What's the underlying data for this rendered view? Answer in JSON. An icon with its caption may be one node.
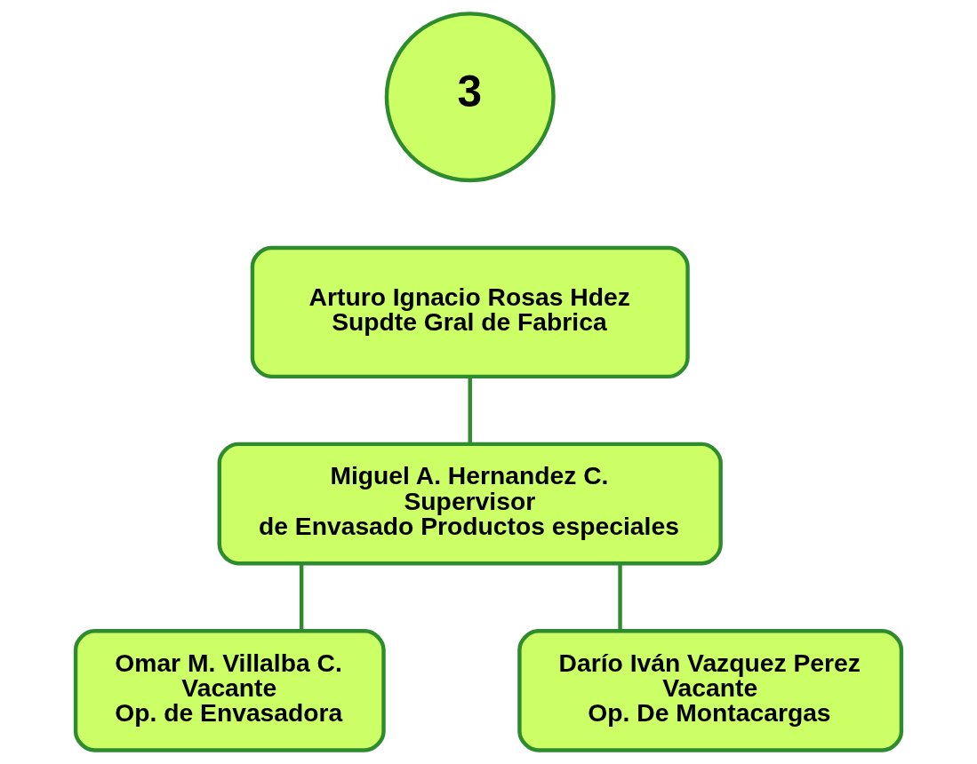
{
  "diagram": {
    "nodes": [
      {
        "text": [
          "3"
        ]
      },
      {
        "text": [
          "Arturo Ignacio Rosas Hdez",
          "Supdte Gral de Fabrica"
        ]
      },
      {
        "text": [
          "Miguel A. Hernandez C.",
          "Supervisor",
          "de Envasado Productos especiales"
        ]
      },
      {
        "text": [
          "Omar M. Villalba C.",
          "Vacante",
          "Op. de Envasadora"
        ]
      },
      {
        "text": [
          "Darío Iván Vazquez Perez",
          "Vacante",
          "Op. De Montacargas"
        ]
      }
    ],
    "edges": [
      {
        "from": 1,
        "to": 2,
        "arrow": "none"
      },
      {
        "from": 2,
        "to": 3,
        "arrow": "none"
      },
      {
        "from": 2,
        "to": 4,
        "arrow": "none"
      }
    ]
  }
}
